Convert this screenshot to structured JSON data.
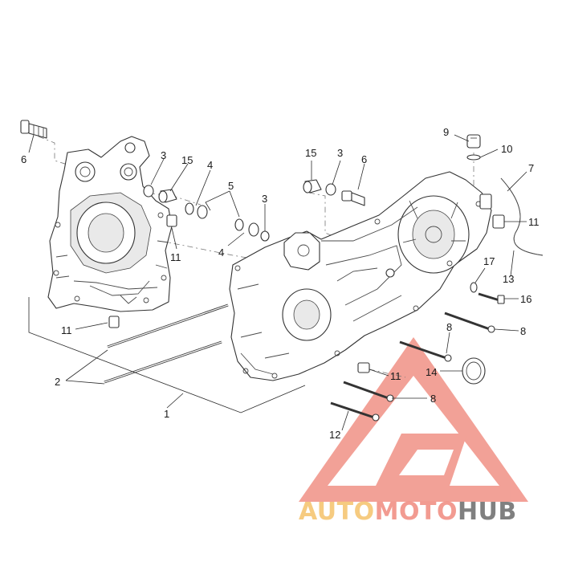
{
  "callouts": {
    "c1": "1",
    "c2": "2",
    "c3a": "3",
    "c3b": "3",
    "c3c": "3",
    "c4a": "4",
    "c4b": "4",
    "c5": "5",
    "c6a": "6",
    "c6b": "6",
    "c7": "7",
    "c8a": "8",
    "c8b": "8",
    "c8c": "8",
    "c9": "9",
    "c10": "10",
    "c11a": "11",
    "c11b": "11",
    "c11c": "11",
    "c11d": "11",
    "c12": "12",
    "c13": "13",
    "c14": "14",
    "c15a": "15",
    "c15b": "15",
    "c16": "16",
    "c17": "17"
  },
  "watermark": {
    "part1": "AUTO",
    "part2": "MOTO",
    "part3": "HUB",
    "colors": {
      "primary": "#f08a7e",
      "secondary": "#f5c26b",
      "dark": "#6b6b6b"
    }
  }
}
